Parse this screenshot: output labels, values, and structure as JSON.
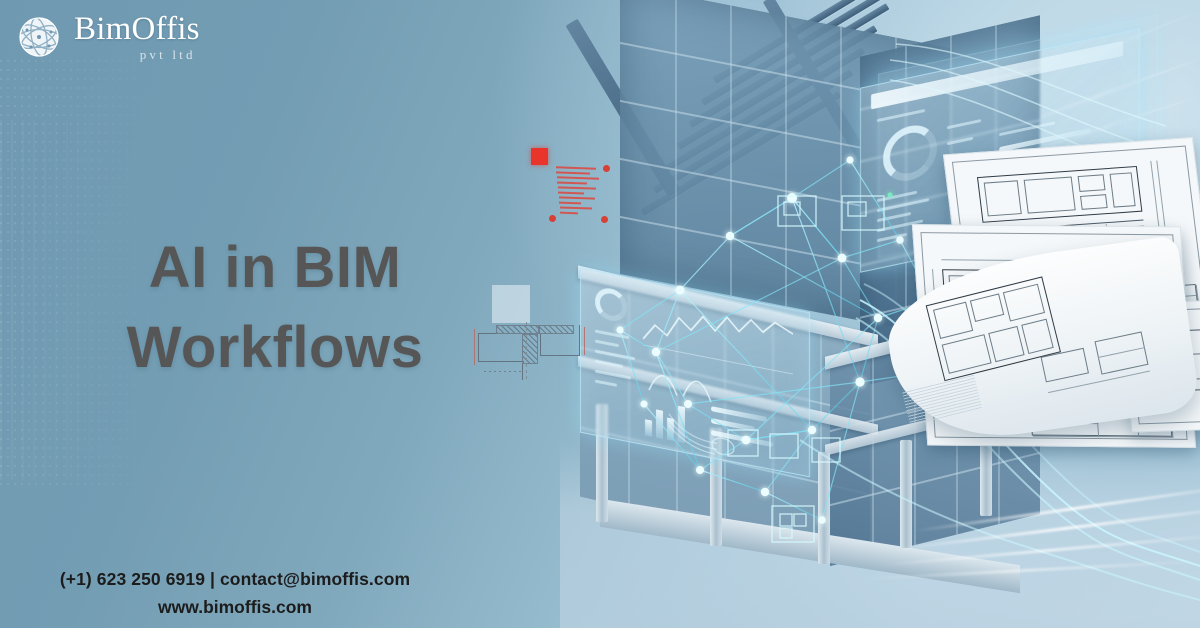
{
  "brand": {
    "logo_icon": "globe-network-icon",
    "name": "BimOffis",
    "suffix": "pvt  ltd",
    "logo_text_color": "#ffffff"
  },
  "headline": {
    "line1": "AI in BIM",
    "line2": "Workflows",
    "color": "#565656"
  },
  "footer": {
    "contact_line": "(+1) 623 250 6919 | contact@bimoffis.com",
    "website_line": "www.bimoffis.com",
    "color": "#1c1c1c"
  },
  "graphic": {
    "subject": "isometric glass office building with BIM holographic overlays",
    "background_top_color": "#b8d4e3",
    "background_left_color": "#6d98b0",
    "network_accent_color": "#7fe3f5",
    "markup_accent_color": "#e8342a",
    "blueprint_paper_color": "#f5f8fa",
    "elements": [
      "steel-louvre-canopy",
      "curtain-wall-glass-facade",
      "holographic-dashboard-panel",
      "holographic-analytics-panel",
      "cyan-node-network",
      "architectural-floor-plan-sheet",
      "elevation-drawing-sheet",
      "curled-blueprint-roll",
      "red-markup-annotation",
      "section-detail-drawing",
      "light-streak-trails"
    ]
  }
}
